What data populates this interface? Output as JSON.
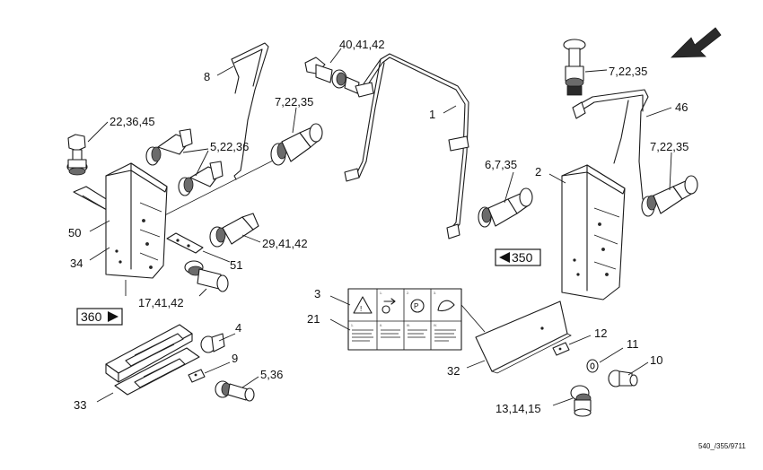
{
  "labels": {
    "l1": "1",
    "l2": "2",
    "l3": "3",
    "l4": "4",
    "l5_36": "5,36",
    "l5_22_36": "5,22,36",
    "l6_7_35": "6,7,35",
    "l7_22_35_a": "7,22,35",
    "l7_22_35_b": "7,22,35",
    "l7_22_35_c": "7,22,35",
    "l8": "8",
    "l9": "9",
    "l10": "10",
    "l11": "11",
    "l12": "12",
    "l13_14_15": "13,14,15",
    "l17_41_42": "17,41,42",
    "l21": "21",
    "l22_36_45": "22,36,45",
    "l29_41_42": "29,41,42",
    "l32": "32",
    "l33": "33",
    "l34": "34",
    "l40_41_42": "40,41,42",
    "l46": "46",
    "l50": "50",
    "l51": "51"
  },
  "refs": {
    "r360": "360",
    "r350": "350"
  },
  "decal_numbers": {
    "top": [
      "1.",
      "2.",
      "3.",
      "4."
    ],
    "bottom": [
      "1.",
      "II.",
      "III.",
      "IV."
    ]
  },
  "footer_code": "540_/355/9711"
}
